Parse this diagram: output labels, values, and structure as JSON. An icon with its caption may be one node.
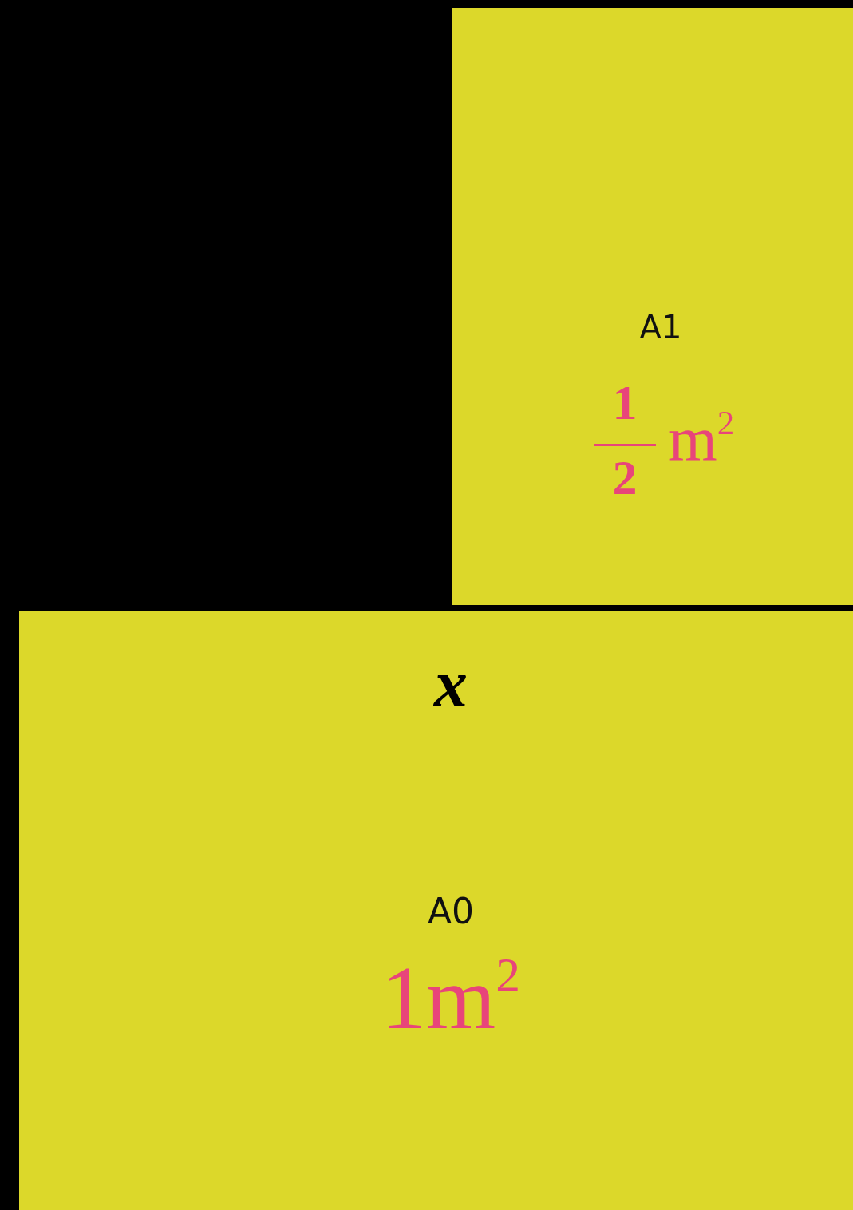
{
  "diagram": {
    "nodes": [
      {
        "text": [
          "A1",
          "1",
          "2",
          "m$^{2}$"
        ]
      },
      {
        "text": [
          "x",
          "A0",
          "1m$^{2}$"
        ]
      }
    ]
  }
}
